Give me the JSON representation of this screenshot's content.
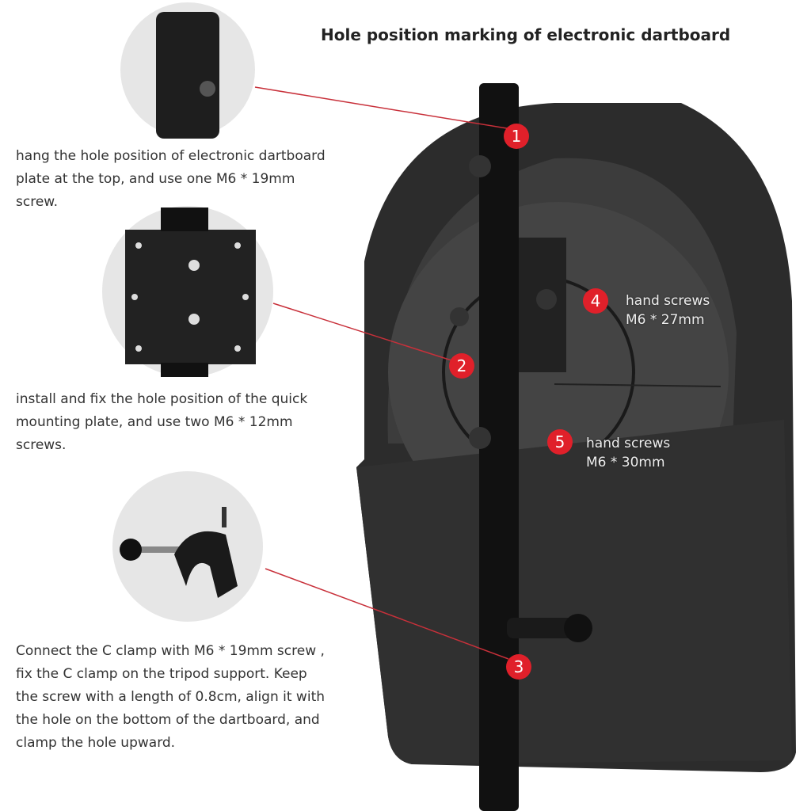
{
  "title": "Hole position marking of electronic dartboard",
  "steps": [
    {
      "text": "hang the hole position of electronic dartboard plate at the top, and use one M6 * 19mm screw."
    },
    {
      "text": "install and fix the hole position of the quick mounting plate, and use two M6 * 12mm screws."
    },
    {
      "text": "Connect the C clamp with M6 * 19mm screw ,  fix the C clamp on the tripod support. Keep the screw with a length of 0.8cm, align it with the hole on the bottom of the dartboard, and clamp the hole upward."
    }
  ],
  "markers": [
    "1",
    "2",
    "3",
    "4",
    "5"
  ],
  "labels": {
    "m4_line1": "hand screws",
    "m4_line2": "M6 * 27mm",
    "m5_line1": "hand screws",
    "m5_line2": "M6 * 30mm"
  },
  "colors": {
    "marker": "#e0202a",
    "board": "#2a2a2a"
  }
}
